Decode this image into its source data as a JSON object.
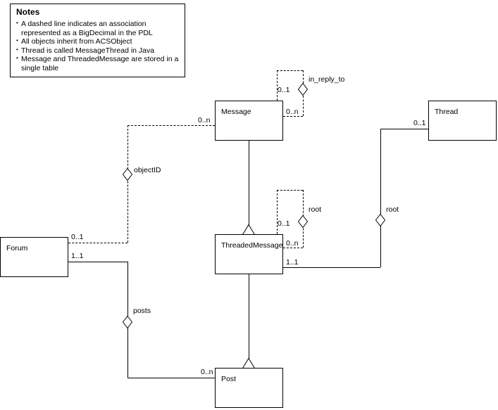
{
  "notes": {
    "title": "Notes",
    "items": [
      "A dashed line indicates an association represented as a BigDecimal in the PDL",
      "All objects inherit from ACSObject",
      "Thread is called MessageThread in Java",
      "Message and ThreadedMessage are stored in a single table"
    ]
  },
  "entities": {
    "message": {
      "label": "Message"
    },
    "thread": {
      "label": "Thread"
    },
    "forum": {
      "label": "Forum"
    },
    "threaded_message": {
      "label": "ThreadedMessage"
    },
    "post": {
      "label": "Post"
    }
  },
  "associations": {
    "in_reply_to": {
      "label": "in_reply_to",
      "target_multiplicity": "0..1",
      "source_multiplicity": "0..n"
    },
    "object_id": {
      "label": "objectID",
      "message_multiplicity": "0..n",
      "forum_multiplicity": "0..1"
    },
    "root_self": {
      "label": "root",
      "target_multiplicity": "0..1",
      "source_multiplicity": "0..n"
    },
    "root_thread": {
      "label": "root",
      "thread_multiplicity": "0..1",
      "threaded_message_multiplicity": "1..1"
    },
    "posts": {
      "label": "posts",
      "forum_multiplicity": "1..1",
      "post_multiplicity": "0..n"
    }
  },
  "colors": {
    "line": "#000000",
    "background": "#ffffff"
  }
}
